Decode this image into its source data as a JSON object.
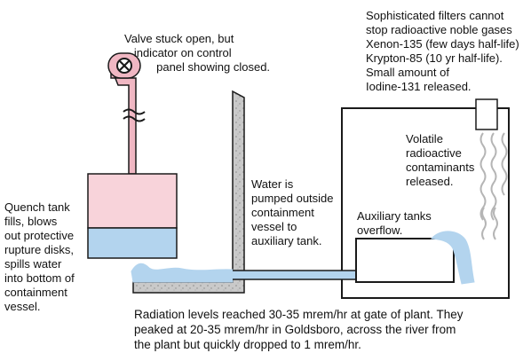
{
  "labels": {
    "valve": "Valve stuck open, but\n   indicator on control\n          panel showing closed.",
    "quench": "Quench tank\nfills, blows\nout protective\nrupture disks,\nspills water\ninto bottom of\ncontainment\nvessel.",
    "pumped": "Water is\npumped outside\ncontainment\nvessel to\nauxiliary tank.",
    "aux_overflow": "Auxiliary tanks\noverflow.",
    "volatile": "Volatile\nradioactive\ncontaminants\nreleased.",
    "filters": "Sophisticated filters cannot\nstop radioactive noble gases\nXenon-135 (few days half-life)\nKrypton-85 (10 yr half-life).\nSmall amount of\nIodine-131 released.",
    "radiation": "Radiation levels reached 30-35 mrem/hr at gate of plant. They\npeaked at 20-35 mrem/hr in Goldsboro, across the river from\nthe plant but quickly dropped to 1 mrem/hr."
  },
  "colors": {
    "tank_pink": "#f8d3da",
    "water_blue": "#b3d4ee",
    "wall_gray": "#c9c9c9",
    "valve_pink": "#f0b7c3",
    "stroke": "#1a1a1a",
    "gas": "#b5b5b5"
  },
  "icons": {
    "valve": "valve-x-icon",
    "pipe_break": "pipe-break-icon",
    "gas": "gas-wisp-icon"
  }
}
